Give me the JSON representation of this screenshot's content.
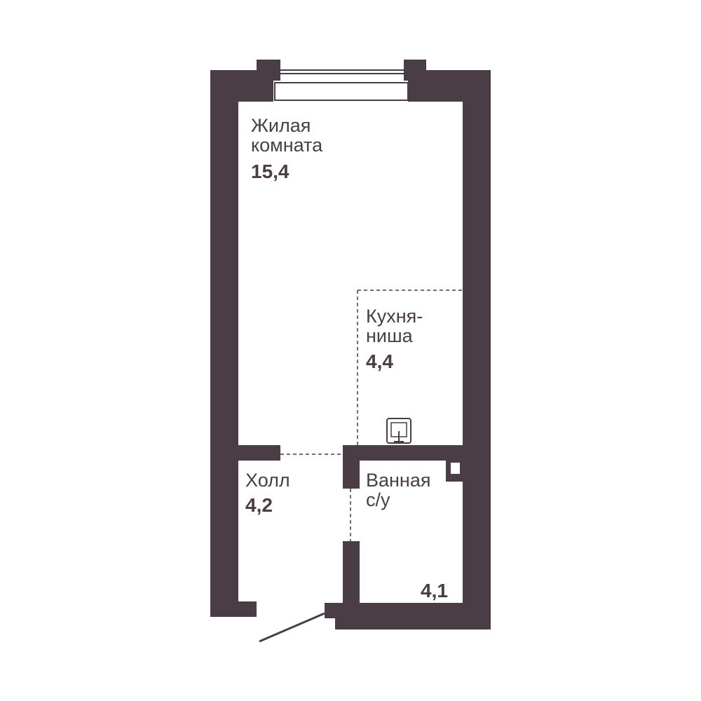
{
  "colors": {
    "wall": "#4a3d46",
    "background": "#ffffff",
    "text": "#4a3d46"
  },
  "rooms": {
    "living": {
      "name_line1": "Жилая",
      "name_line2": "комната",
      "area": "15,4"
    },
    "kitchen": {
      "name_line1": "Кухня-",
      "name_line2": "ниша",
      "area": "4,4"
    },
    "hall": {
      "name": "Холл",
      "area": "4,2"
    },
    "bathroom": {
      "name_line1": "Ванная",
      "name_line2": "с/у",
      "area": "4,1"
    }
  },
  "fixtures": [
    "sink-icon",
    "window-icon",
    "entrance-door-icon",
    "shaft-icon"
  ]
}
